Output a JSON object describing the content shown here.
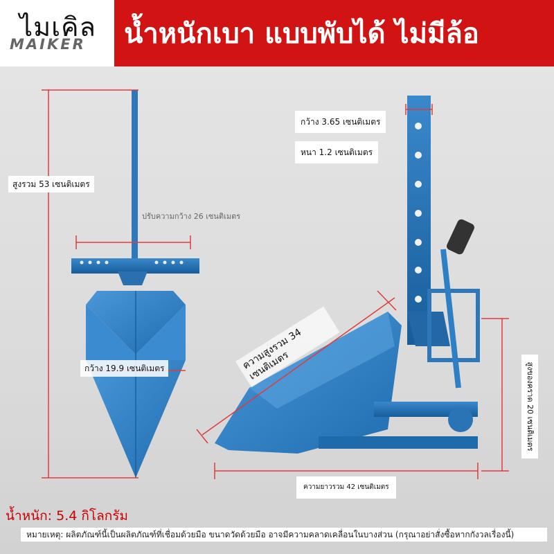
{
  "brand": {
    "thai": "ไมเคิล",
    "latin": "MAIKER"
  },
  "banner": {
    "text": "น้ำหนักเบา แบบพับได้ ไม่มีล้อ"
  },
  "labels": {
    "total_height": "สูงรวม 53 เซนติเมตร",
    "adjust_width": "ปรับความกว้าง 26 เซนติเมตร",
    "blade_width": "กว้าง 19.9 เซนติเมตร",
    "bar_width": "กว้าง 3.65 เซนติเมตร",
    "bar_thickness": "หนา 1.2 เซนติเมตร",
    "scoop_length": "ความสูงรวม 34 เซนติเมตร",
    "trough_depth": "สูงของคราด 20 เซนติเมตร",
    "total_length": "ความยาวรวม 42 เซนติเมตร"
  },
  "weight": "น้ำหนัก: 5.4 กิโลกรัม",
  "note": "หมายเหตุ: ผลิตภัณฑ์นี้เป็นผลิตภัณฑ์ที่เชื่อมด้วยมือ ขนาดวัดด้วยมือ อาจมีความคลาดเคลื่อนในบางส่วน (กรุณาอย่าสั่งซื้อหากกังวลเรื่องนี้)",
  "colors": {
    "banner": "#d11313",
    "tool_blue": "#2f7fc4",
    "dimension_line": "#e23a3a"
  }
}
